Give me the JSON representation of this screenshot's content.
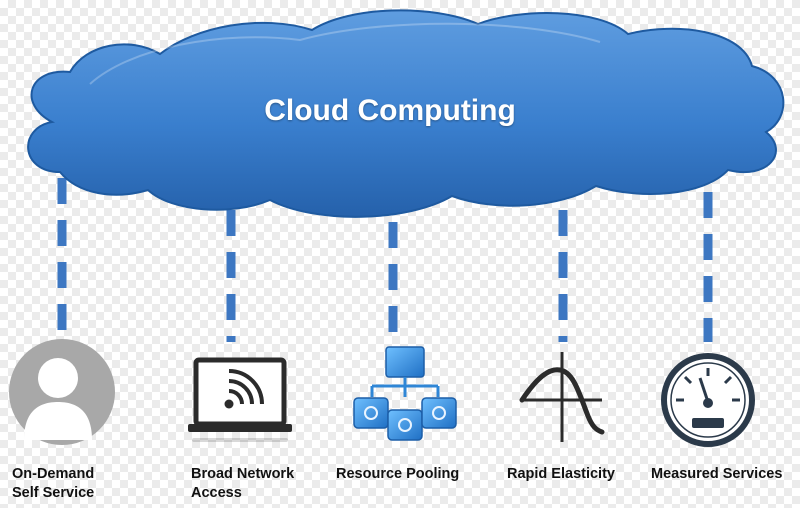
{
  "title": "Cloud Computing",
  "colors": {
    "cloud": "#3a7fce",
    "cloud_dark": "#1e5aa0",
    "connector": "#3d77c2",
    "icon_dark": "#2b2b2b",
    "icon_blue": "#2f86d6",
    "icon_gray": "#a8a8a8"
  },
  "characteristics": [
    {
      "icon": "user-icon",
      "line1": "On-Demand",
      "line2": "Self Service"
    },
    {
      "icon": "wifi-laptop-icon",
      "line1": "Broad Network",
      "line2": "Access"
    },
    {
      "icon": "resource-hierarchy-icon",
      "line1": "Resource Pooling",
      "line2": ""
    },
    {
      "icon": "curve-icon",
      "line1": "Rapid Elasticity",
      "line2": ""
    },
    {
      "icon": "gauge-icon",
      "line1": "Measured Services",
      "line2": ""
    }
  ]
}
